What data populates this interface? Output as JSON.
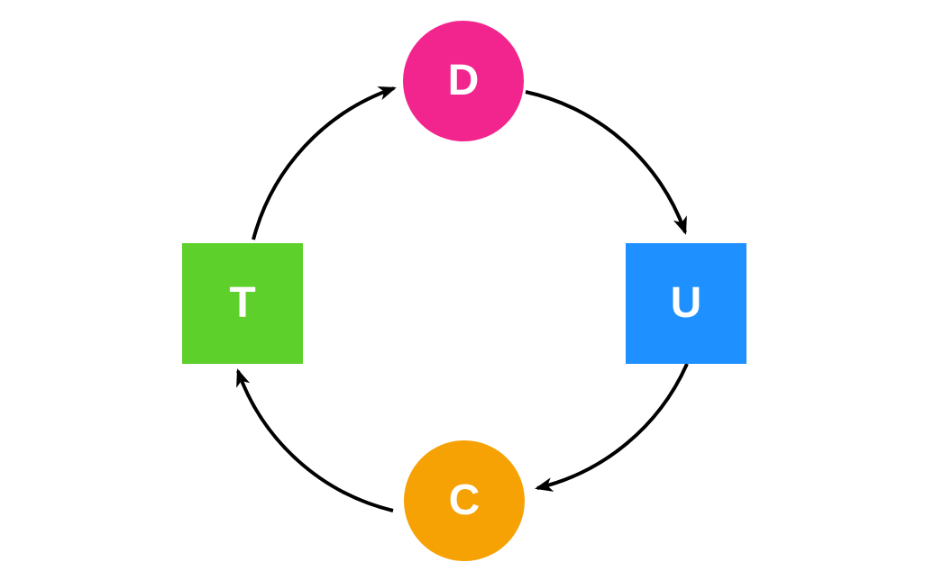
{
  "diagram": {
    "type": "cycle",
    "background_color": "#ffffff",
    "arrow_color": "#000000",
    "label_color": "#ffffff",
    "nodes": [
      {
        "id": "D",
        "label": "D",
        "shape": "circle",
        "position": "top",
        "color": "#F2258E"
      },
      {
        "id": "U",
        "label": "U",
        "shape": "square",
        "position": "right",
        "color": "#1E90FF"
      },
      {
        "id": "C",
        "label": "C",
        "shape": "circle",
        "position": "bottom",
        "color": "#F6A104"
      },
      {
        "id": "T",
        "label": "T",
        "shape": "square",
        "position": "left",
        "color": "#5DD02B"
      }
    ],
    "edges": [
      {
        "from": "T",
        "to": "D",
        "direction": "clockwise"
      },
      {
        "from": "D",
        "to": "U",
        "direction": "clockwise"
      },
      {
        "from": "U",
        "to": "C",
        "direction": "clockwise"
      },
      {
        "from": "C",
        "to": "T",
        "direction": "clockwise"
      }
    ]
  }
}
